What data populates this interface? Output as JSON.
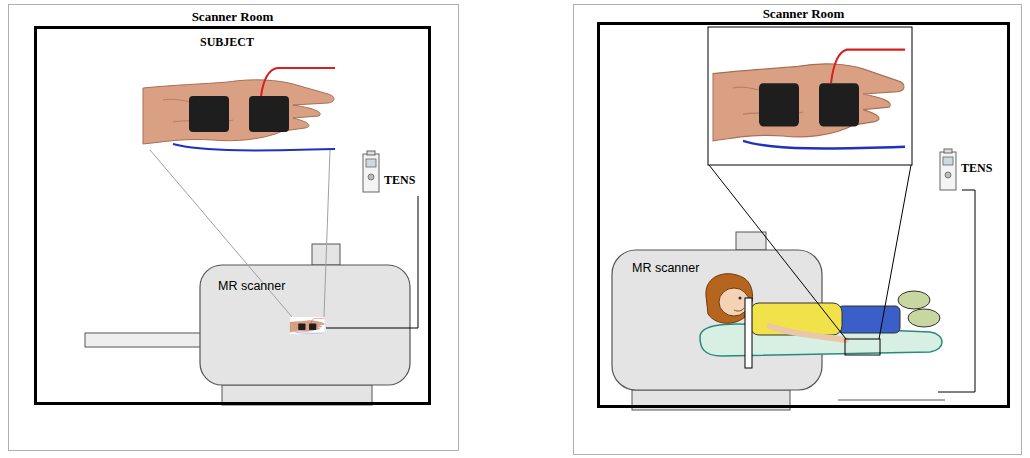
{
  "diagram": {
    "nodes": [
      {
        "text": [
          "Scanner Room"
        ]
      },
      {
        "text": [
          "MR scanner"
        ],
        "in": 0
      },
      {
        "text": [
          "TENS"
        ],
        "in": 0
      },
      {
        "text": [
          "Scanner Room"
        ]
      },
      {
        "text": [
          "MR scanner"
        ],
        "in": 3
      },
      {
        "text": [
          "TENS"
        ],
        "in": 3
      }
    ],
    "edges": [
      {
        "from": 2,
        "to": 1,
        "arrow": "none"
      }
    ],
    "labels": [
      "SUBJECT"
    ]
  }
}
